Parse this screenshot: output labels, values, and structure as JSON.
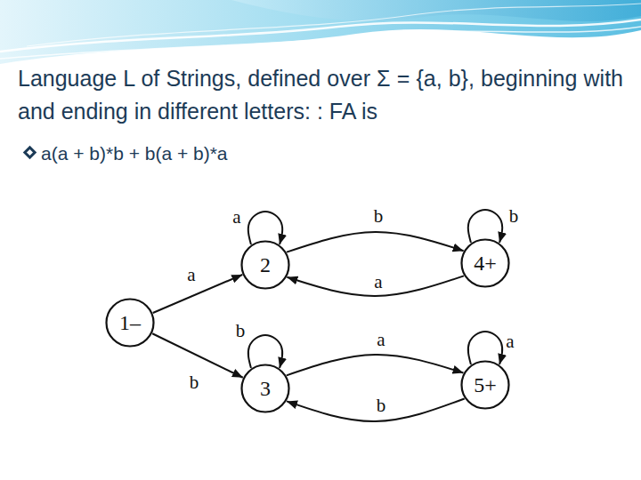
{
  "diagram": {
    "title": "Language L of Strings, defined over Σ = {a, b}, beginning with and ending in different letters: : FA is",
    "nodes": [
      {
        "text": [
          "2"
        ]
      },
      {
        "text": [
          "4+"
        ]
      },
      {
        "text": [
          "1–"
        ]
      },
      {
        "text": [
          "3"
        ]
      },
      {
        "text": [
          "5+"
        ]
      }
    ],
    "edges": [
      {
        "from": 2,
        "to": 0,
        "label": "a",
        "arrow": "to"
      },
      {
        "from": 2,
        "to": 3,
        "label": "b",
        "arrow": "to"
      },
      {
        "from": 0,
        "to": 0,
        "label": "a",
        "arrow": "to"
      },
      {
        "from": 0,
        "to": 1,
        "label": "b",
        "arrow": "to"
      },
      {
        "from": 1,
        "to": 1,
        "label": "b",
        "arrow": "to"
      },
      {
        "from": 1,
        "to": 0,
        "label": "a",
        "arrow": "to"
      },
      {
        "from": 3,
        "to": 3,
        "label": "b",
        "arrow": "to"
      },
      {
        "from": 3,
        "to": 4,
        "label": "a",
        "arrow": "to"
      },
      {
        "from": 4,
        "to": 4,
        "label": "a",
        "arrow": "to"
      },
      {
        "from": 4,
        "to": 3,
        "label": "b",
        "arrow": "to"
      }
    ],
    "labels": [
      "a(a + b)*b + b(a + b)*a"
    ]
  }
}
